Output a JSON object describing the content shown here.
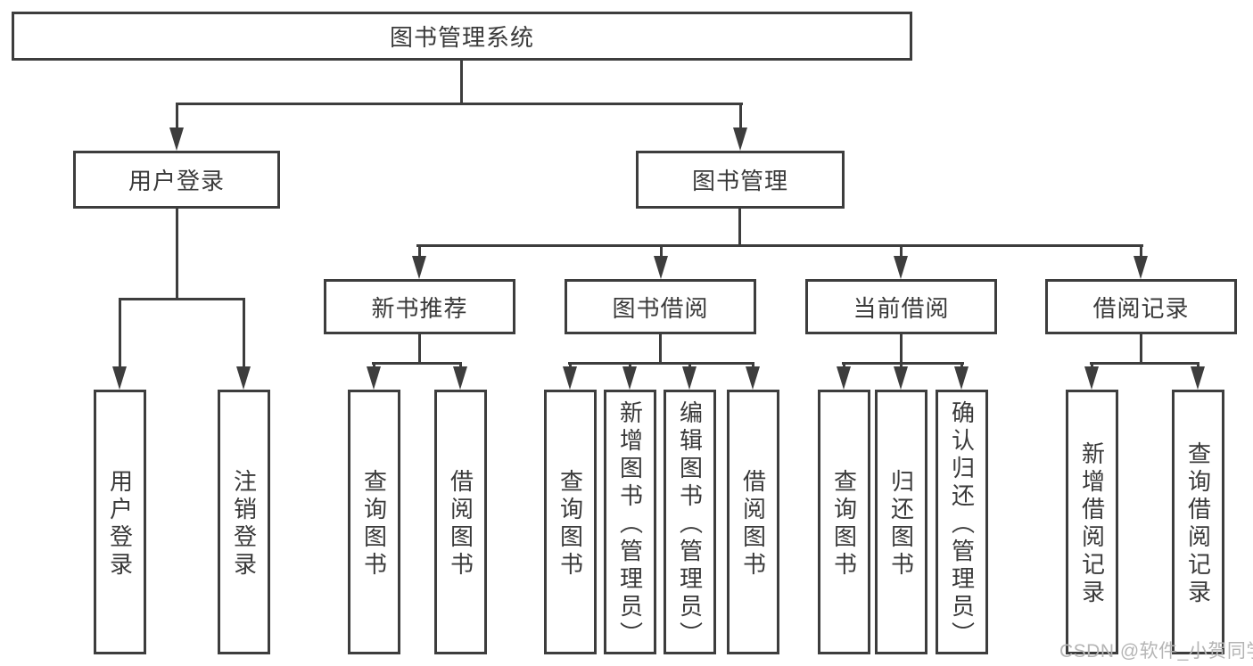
{
  "diagram": {
    "root": {
      "label": "图书管理系统"
    },
    "level2": [
      {
        "label": "用户登录"
      },
      {
        "label": "图书管理"
      }
    ],
    "level3": [
      {
        "label": "新书推荐"
      },
      {
        "label": "图书借阅"
      },
      {
        "label": "当前借阅"
      },
      {
        "label": "借阅记录"
      }
    ],
    "leaves": {
      "user_login": [
        "用户登录",
        "注销登录"
      ],
      "new_book": [
        "查询图书",
        "借阅图书"
      ],
      "book_borrow": [
        "查询图书",
        "新增图书（管理员）",
        "编辑图书（管理员）",
        "借阅图书"
      ],
      "current_borrow": [
        "查询图书",
        "归还图书",
        "确认归还（管理员）"
      ],
      "borrow_record": [
        "新增借阅记录",
        "查询借阅记录"
      ]
    },
    "watermark": "CSDN @软件_小贺同学",
    "colors": {
      "line": "#3d3d3d",
      "text": "#3a3a3a",
      "watermark_text": "#b5b5b5",
      "background": "#ffffff"
    }
  }
}
